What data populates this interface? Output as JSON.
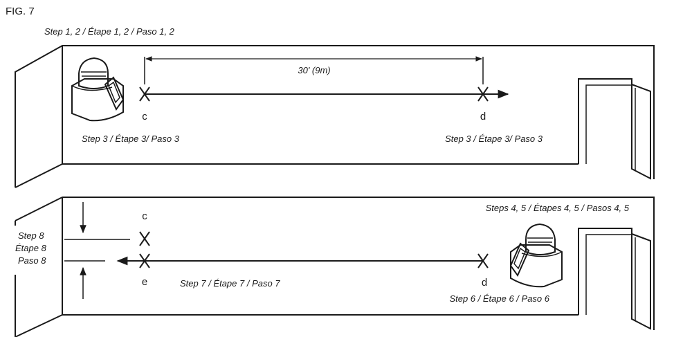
{
  "figure_label": "FIG. 7",
  "top_panel": {
    "header": "Step 1, 2 / Étape 1, 2 / Paso 1, 2",
    "distance": "30' (9m)",
    "point_c": "c",
    "point_d": "d",
    "step_left": "Step 3 / Étape 3/ Paso 3",
    "step_right": "Step 3 / Étape 3/ Paso 3"
  },
  "bottom_panel": {
    "header": "Steps 4, 5 / Étapes 4, 5 / Pasos 4, 5",
    "point_c": "c",
    "point_e": "e",
    "point_d": "d",
    "step8": [
      "Step 8",
      "Étape 8",
      "Paso 8"
    ],
    "step7": "Step 7 / Étape 7 / Paso 7",
    "step6": "Step 6 / Étape 6 / Paso 6"
  }
}
